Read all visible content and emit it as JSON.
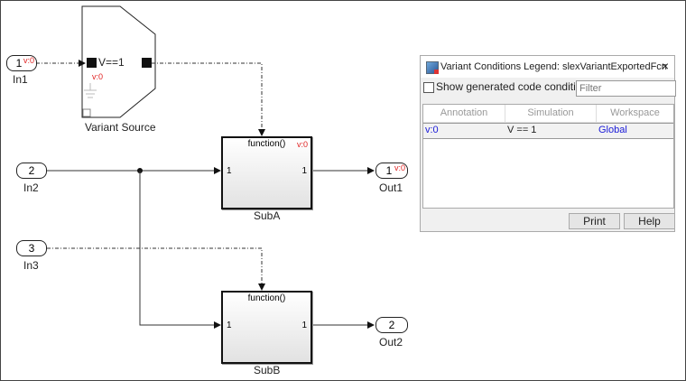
{
  "diagram": {
    "inports": [
      {
        "number": "1",
        "label": "In1",
        "annotation": "v:0"
      },
      {
        "number": "2",
        "label": "In2",
        "annotation": ""
      },
      {
        "number": "3",
        "label": "In3",
        "annotation": ""
      }
    ],
    "outports": [
      {
        "number": "1",
        "label": "Out1",
        "annotation": "v:0"
      },
      {
        "number": "2",
        "label": "Out2",
        "annotation": ""
      }
    ],
    "variant_source": {
      "label": "Variant Source",
      "condition": "V==1",
      "ground_annotation": "v:0"
    },
    "subsystems": [
      {
        "name": "SubA",
        "trigger": "function()",
        "in_port": "1",
        "out_port": "1",
        "annotation": "v:0"
      },
      {
        "name": "SubB",
        "trigger": "function()",
        "in_port": "1",
        "out_port": "1",
        "annotation": ""
      }
    ]
  },
  "legend": {
    "title": "Variant Conditions Legend: slexVariantExportedFcn",
    "close": "×",
    "checkbox_label": "Show generated code conditions",
    "checkbox_checked": false,
    "filter_placeholder": "Filter",
    "columns": [
      "Annotation",
      "Simulation",
      "Workspace"
    ],
    "rows": [
      {
        "annotation": "v:0",
        "simulation": "V == 1",
        "workspace": "Global"
      }
    ],
    "print_label": "Print",
    "help_label": "Help"
  }
}
